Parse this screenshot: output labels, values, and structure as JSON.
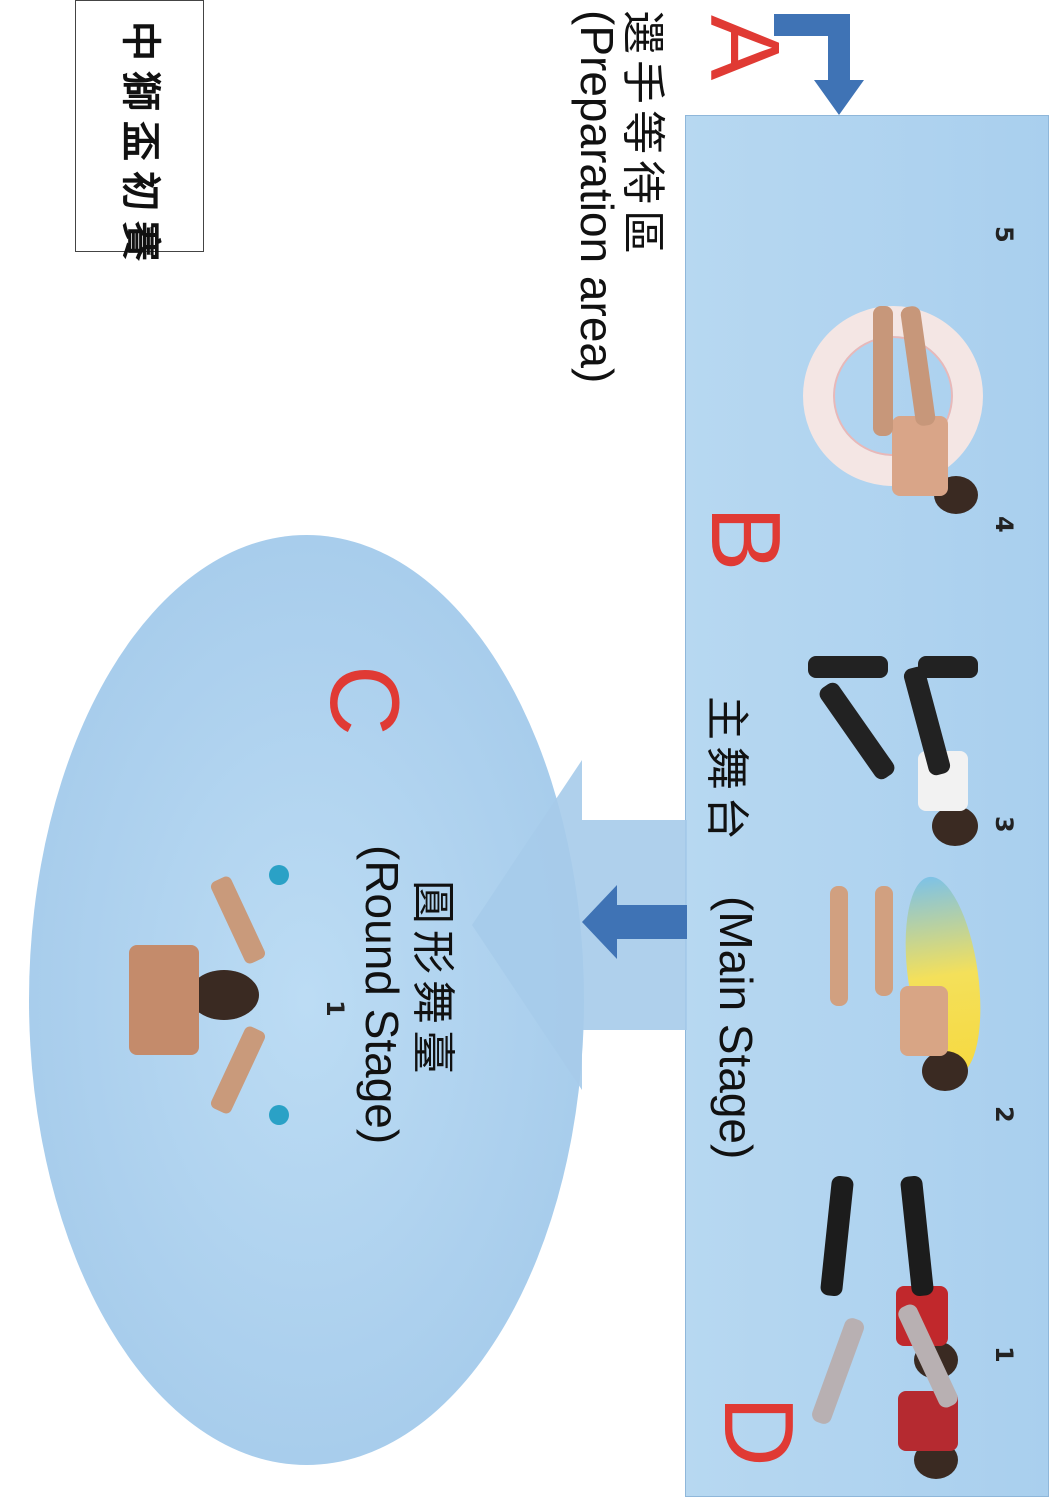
{
  "header": {
    "title": "中獅盃初賽"
  },
  "zones": {
    "A": "A",
    "B": "B",
    "C": "C",
    "D": "D"
  },
  "main_stage": {
    "label_zh": "主舞台",
    "label_en": "(Main Stage)",
    "contestant_numbers": [
      "5",
      "4",
      "3",
      "2",
      "1"
    ]
  },
  "round_stage": {
    "label_zh": "圓形舞臺",
    "label_en": "(Round Stage)",
    "contestant_number": "1"
  },
  "preparation": {
    "label_zh": "選手等待區",
    "label_en": "(Preparation area)"
  },
  "colors": {
    "stage_blue": "#a9cfee",
    "arrow_blue": "#3f73b5",
    "zone_red": "#e03a34"
  }
}
